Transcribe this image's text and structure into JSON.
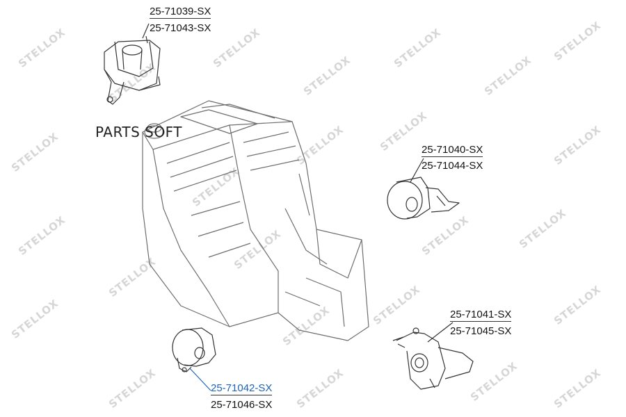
{
  "brand_text": "PARTS SOFT",
  "watermark": {
    "text": "STELLOX",
    "color": "#d6d6d6"
  },
  "highlight_color": "#1c63b5",
  "parts": [
    {
      "id": "top-mount",
      "primary": "25-71039-SX",
      "secondary": "25-71043-SX"
    },
    {
      "id": "right-mount",
      "primary": "25-71040-SX",
      "secondary": "25-71044-SX"
    },
    {
      "id": "lower-right",
      "primary": "25-71041-SX",
      "secondary": "25-71045-SX"
    },
    {
      "id": "front-mount",
      "primary": "25-71042-SX",
      "secondary": "25-71046-SX",
      "highlighted": true
    }
  ]
}
